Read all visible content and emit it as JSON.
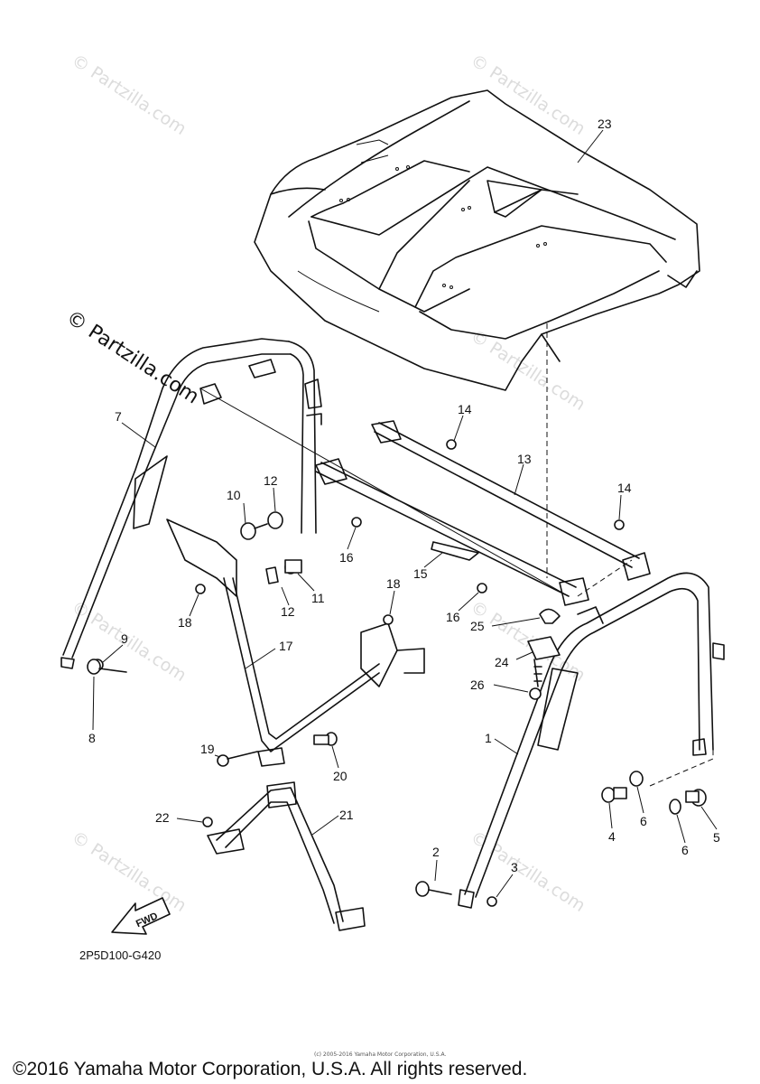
{
  "diagram": {
    "watermark_text": "© Partzilla.com",
    "diagram_code": "2P5D100-G420",
    "fwd_label": "FWD",
    "copyright": "©2016 Yamaha Motor Corporation, U.S.A. All rights reserved.",
    "small_copyright": "(c) 2005-2016 Yamaha Motor Corporation, U.S.A.",
    "callouts": [
      {
        "id": "c1",
        "label": "1"
      },
      {
        "id": "c2",
        "label": "2"
      },
      {
        "id": "c3",
        "label": "3"
      },
      {
        "id": "c4",
        "label": "4"
      },
      {
        "id": "c5",
        "label": "5"
      },
      {
        "id": "c6a",
        "label": "6"
      },
      {
        "id": "c6b",
        "label": "6"
      },
      {
        "id": "c7",
        "label": "7"
      },
      {
        "id": "c8",
        "label": "8"
      },
      {
        "id": "c9",
        "label": "9"
      },
      {
        "id": "c10",
        "label": "10"
      },
      {
        "id": "c11",
        "label": "11"
      },
      {
        "id": "c12a",
        "label": "12"
      },
      {
        "id": "c12b",
        "label": "12"
      },
      {
        "id": "c13",
        "label": "13"
      },
      {
        "id": "c14a",
        "label": "14"
      },
      {
        "id": "c14b",
        "label": "14"
      },
      {
        "id": "c15",
        "label": "15"
      },
      {
        "id": "c16a",
        "label": "16"
      },
      {
        "id": "c16b",
        "label": "16"
      },
      {
        "id": "c17",
        "label": "17"
      },
      {
        "id": "c18a",
        "label": "18"
      },
      {
        "id": "c18b",
        "label": "18"
      },
      {
        "id": "c19",
        "label": "19"
      },
      {
        "id": "c20",
        "label": "20"
      },
      {
        "id": "c21",
        "label": "21"
      },
      {
        "id": "c22",
        "label": "22"
      },
      {
        "id": "c23",
        "label": "23"
      },
      {
        "id": "c24",
        "label": "24"
      },
      {
        "id": "c25",
        "label": "25"
      },
      {
        "id": "c26",
        "label": "26"
      }
    ]
  }
}
